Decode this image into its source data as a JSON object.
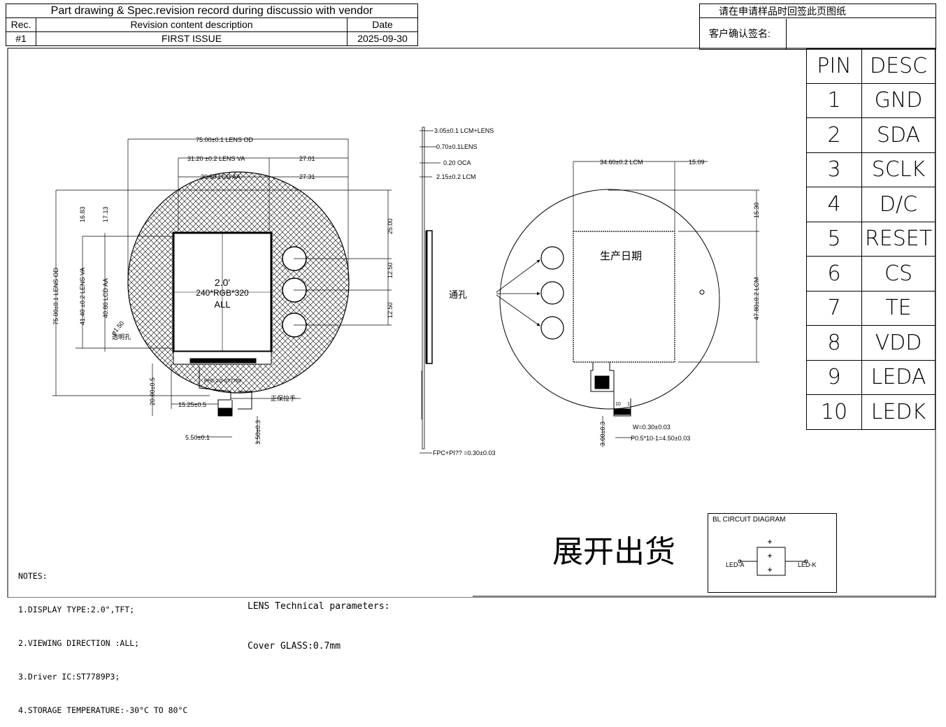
{
  "revision": {
    "title": "Part drawing & Spec.revision record during discussio with vendor",
    "col_rec": "Rec.",
    "col_desc": "Revision content description",
    "col_date": "Date",
    "rows": [
      {
        "rec": "#1",
        "desc": "FIRST ISSUE",
        "date": "2025-09-30"
      }
    ]
  },
  "customer": {
    "request_note": "请在申请样品时回签此页图纸",
    "confirm_label": "客户确认签名:"
  },
  "pin_table": {
    "header_pin": "PIN",
    "header_desc": "DESC",
    "rows": [
      {
        "pin": "1",
        "desc": "GND"
      },
      {
        "pin": "2",
        "desc": "SDA"
      },
      {
        "pin": "3",
        "desc": "SCLK"
      },
      {
        "pin": "4",
        "desc": "D/C"
      },
      {
        "pin": "5",
        "desc": "RESET"
      },
      {
        "pin": "6",
        "desc": "CS"
      },
      {
        "pin": "7",
        "desc": "TE"
      },
      {
        "pin": "8",
        "desc": "VDD"
      },
      {
        "pin": "9",
        "desc": "LEDA"
      },
      {
        "pin": "10",
        "desc": "LEDK"
      }
    ]
  },
  "front_view": {
    "lens_od": "75.00±0.1 LENS OD",
    "lens_va": "31.20 ±0.2 LENS VA",
    "lens_va_right": "27.01",
    "lcd_aa": "30.60 LCD AA",
    "lcd_aa_right": "27.31",
    "dim_16_83": "16.83",
    "dim_17_13": "17.13",
    "dim_25_00": "25.00",
    "dim_12_50_a": "12.50",
    "dim_12_50_b": "12.50",
    "left_od": "75.00±0.1 LENS OD",
    "left_va": "41.40 ±0.2 LENS VA",
    "left_aa": "40.80 LCD AA",
    "display_size": "2.0'",
    "resolution": "240*RGB*320",
    "view": "ALL",
    "hole_dia": "ø1.50",
    "hole_label": "透明孔",
    "fpc_20": "20.00±0.5",
    "fpc_15_25": "15.25±0.5",
    "fpc_5_50": "5.50±0.1",
    "fpc_3_50": "3.50±0.3",
    "pull_tab": "正保拉手",
    "fpc_code": "FPC-2.0-ST7789"
  },
  "side_view": {
    "t1": "3.05±0.1 LCM+LENS",
    "t2": "0.70±0.1LENS",
    "t3": "0.20  OCA",
    "t4": "2.15±0.2  LCM",
    "fpc_thk": "FPC+PI?? =0.30±0.03"
  },
  "back_view": {
    "lcm_w": "34.60±0.2  LCM",
    "lcm_r": "15.09",
    "lcm_15_30": "15.30",
    "lcm_h": "47.80±0.2 LCM",
    "date_label": "生产日期",
    "through_hole": "通孔",
    "pin_w": "W=0.30±0.03",
    "pin_p": "P0.5*10-1=4.50±0.03",
    "tail_3": "3.00±0.3",
    "pin_10": "10",
    "pin_1": "1"
  },
  "ship_label": "展开出货",
  "notes": [
    "NOTES:",
    "1.DISPLAY TYPE:2.0\",TFT;",
    "2.VIEWING DIRECTION :ALL;",
    "3.Driver IC:ST7789P3;",
    "4.STORAGE TEMPERATURE:-30°C TO 80°C"
  ],
  "lens_params": [
    "LENS Technical parameters:",
    "Cover GLASS:0.7mm"
  ],
  "bl_circuit": {
    "title": "BL  CIRCUIT  DIAGRAM",
    "led_a": "LED-A",
    "led_k": "LED-K"
  }
}
